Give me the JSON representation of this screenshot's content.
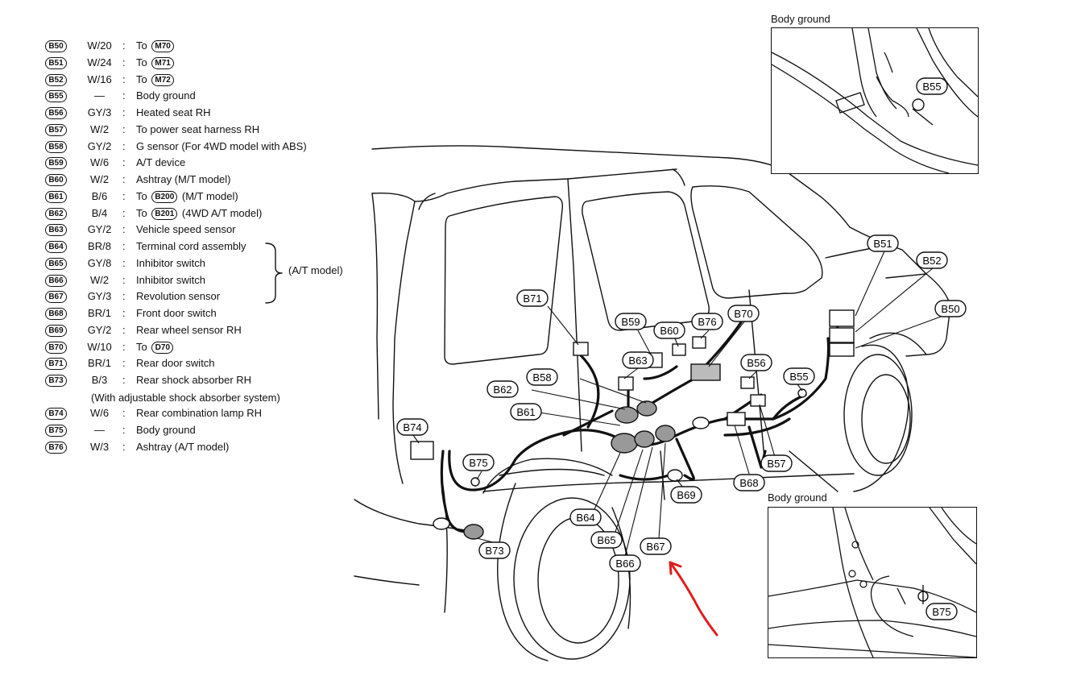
{
  "legend": [
    {
      "code": "B50",
      "wire": "W/20",
      "prefix": "To",
      "ref": "M70",
      "suffix": ""
    },
    {
      "code": "B51",
      "wire": "W/24",
      "prefix": "To",
      "ref": "M71",
      "suffix": ""
    },
    {
      "code": "B52",
      "wire": "W/16",
      "prefix": "To",
      "ref": "M72",
      "suffix": ""
    },
    {
      "code": "B55",
      "wire": "—",
      "prefix": "Body ground",
      "ref": "",
      "suffix": ""
    },
    {
      "code": "B56",
      "wire": "GY/3",
      "prefix": "Heated seat RH",
      "ref": "",
      "suffix": ""
    },
    {
      "code": "B57",
      "wire": "W/2",
      "prefix": "To power seat harness RH",
      "ref": "",
      "suffix": ""
    },
    {
      "code": "B58",
      "wire": "GY/2",
      "prefix": "G sensor (For 4WD model with ABS)",
      "ref": "",
      "suffix": ""
    },
    {
      "code": "B59",
      "wire": "W/6",
      "prefix": "A/T device",
      "ref": "",
      "suffix": ""
    },
    {
      "code": "B60",
      "wire": "W/2",
      "prefix": "Ashtray (M/T model)",
      "ref": "",
      "suffix": ""
    },
    {
      "code": "B61",
      "wire": "B/6",
      "prefix": "To",
      "ref": "B200",
      "suffix": "(M/T model)"
    },
    {
      "code": "B62",
      "wire": "B/4",
      "prefix": "To",
      "ref": "B201",
      "suffix": "(4WD A/T model)"
    },
    {
      "code": "B63",
      "wire": "GY/2",
      "prefix": "Vehicle speed sensor",
      "ref": "",
      "suffix": ""
    },
    {
      "code": "B64",
      "wire": "BR/8",
      "prefix": "Terminal cord assembly",
      "ref": "",
      "suffix": ""
    },
    {
      "code": "B65",
      "wire": "GY/8",
      "prefix": "Inhibitor switch",
      "ref": "",
      "suffix": ""
    },
    {
      "code": "B66",
      "wire": "W/2",
      "prefix": "Inhibitor switch",
      "ref": "",
      "suffix": ""
    },
    {
      "code": "B67",
      "wire": "GY/3",
      "prefix": "Revolution sensor",
      "ref": "",
      "suffix": ""
    },
    {
      "code": "B68",
      "wire": "BR/1",
      "prefix": "Front door switch",
      "ref": "",
      "suffix": ""
    },
    {
      "code": "B69",
      "wire": "GY/2",
      "prefix": "Rear wheel sensor RH",
      "ref": "",
      "suffix": ""
    },
    {
      "code": "B70",
      "wire": "W/10",
      "prefix": "To",
      "ref": "D70",
      "suffix": ""
    },
    {
      "code": "B71",
      "wire": "BR/1",
      "prefix": "Rear door switch",
      "ref": "",
      "suffix": ""
    },
    {
      "code": "B73",
      "wire": "B/3",
      "prefix": "Rear shock absorber RH",
      "ref": "",
      "suffix": ""
    },
    {
      "code": "B74",
      "wire": "W/6",
      "prefix": "Rear combination lamp RH",
      "ref": "",
      "suffix": ""
    },
    {
      "code": "B75",
      "wire": "—",
      "prefix": "Body ground",
      "ref": "",
      "suffix": ""
    },
    {
      "code": "B76",
      "wire": "W/3",
      "prefix": "Ashtray (A/T model)",
      "ref": "",
      "suffix": ""
    }
  ],
  "legend_continuation": "(With adjustable shock absorber system)",
  "bracket_note": "(A/T model)",
  "inset_top": {
    "title": "Body ground",
    "label": "B55"
  },
  "inset_bottom": {
    "title": "Body ground",
    "label": "B75"
  },
  "callouts": [
    {
      "label": "B51"
    },
    {
      "label": "B52"
    },
    {
      "label": "B50"
    },
    {
      "label": "B71"
    },
    {
      "label": "B59"
    },
    {
      "label": "B60"
    },
    {
      "label": "B76"
    },
    {
      "label": "B70"
    },
    {
      "label": "B63"
    },
    {
      "label": "B56"
    },
    {
      "label": "B58"
    },
    {
      "label": "B55"
    },
    {
      "label": "B62"
    },
    {
      "label": "B61"
    },
    {
      "label": "B74"
    },
    {
      "label": "B75"
    },
    {
      "label": "B57"
    },
    {
      "label": "B68"
    },
    {
      "label": "B69"
    },
    {
      "label": "B64"
    },
    {
      "label": "B65"
    },
    {
      "label": "B67"
    },
    {
      "label": "B66"
    },
    {
      "label": "B73"
    }
  ],
  "colors": {
    "ink": "#111111",
    "annotation_arrow": "#e11d1d"
  }
}
